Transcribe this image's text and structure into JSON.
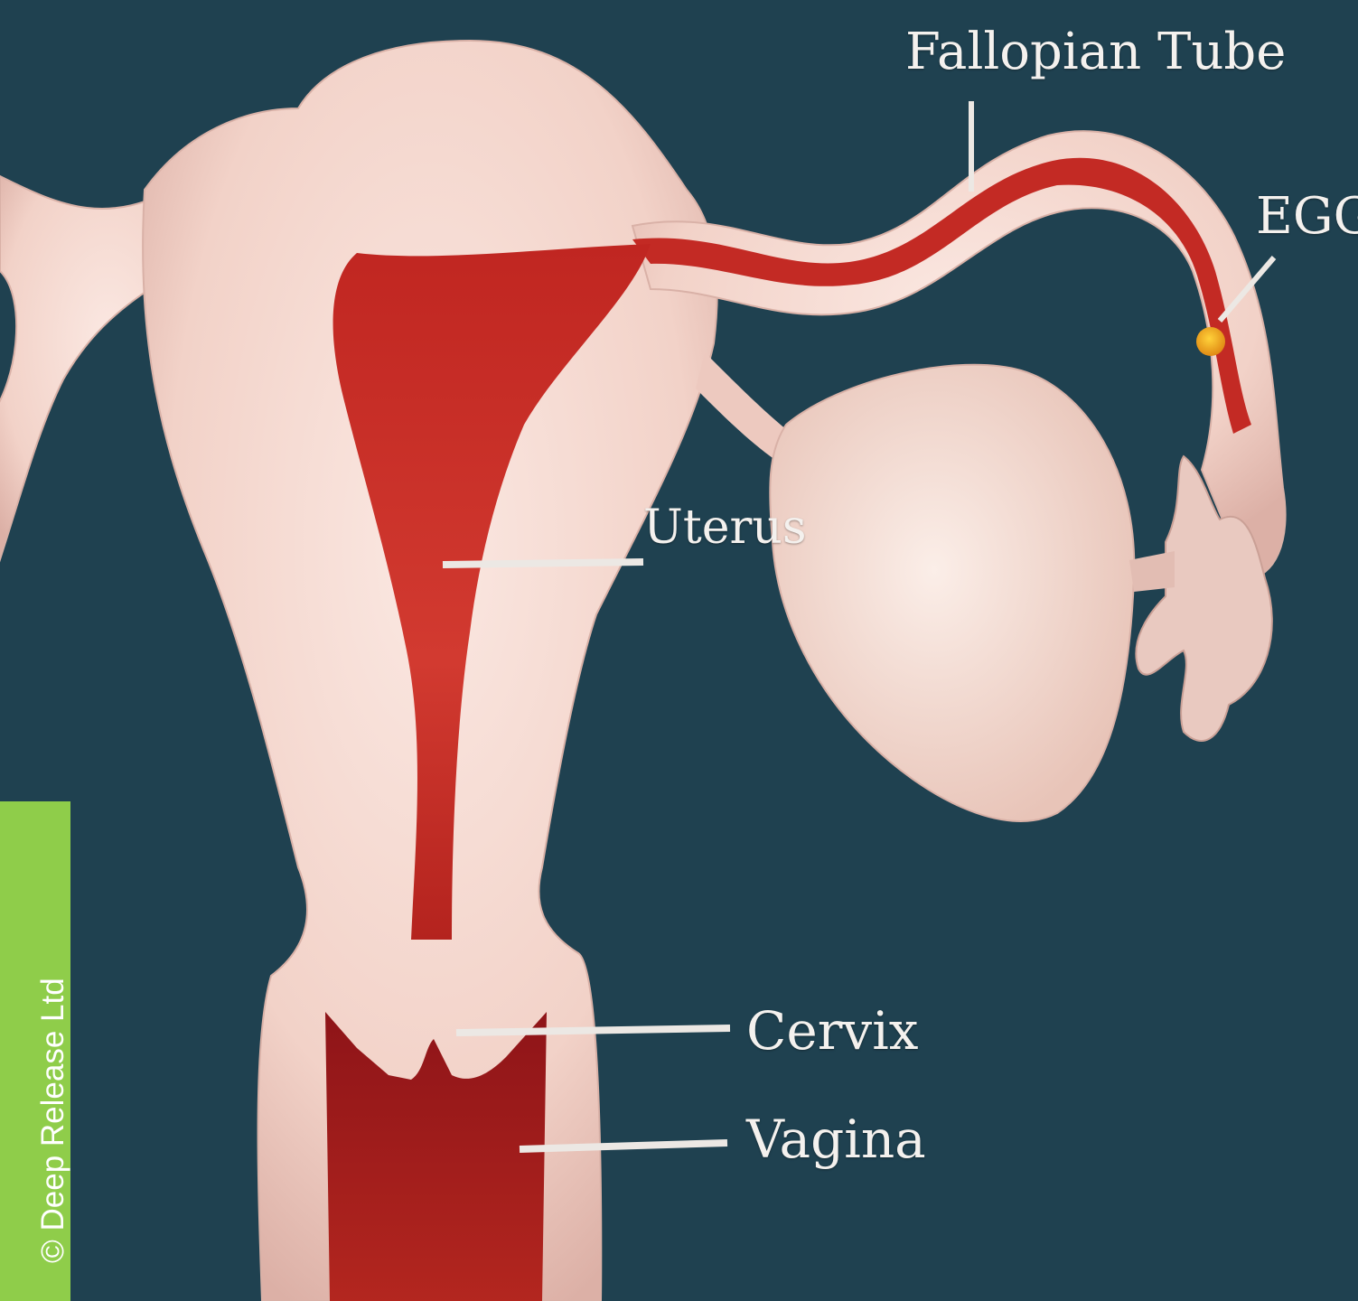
{
  "diagram": {
    "labels": {
      "fallopian_tube": "Fallopian Tube",
      "egg": "EGG",
      "uterus": "Uterus",
      "cervix": "Cervix",
      "vagina": "Vagina"
    },
    "watermark": "© Deep Release Ltd",
    "colors": {
      "background": "#1f4150",
      "tissue": "#f3d7cf",
      "cavity": "#c9302a",
      "egg": "#f0a020",
      "watermark_bg": "#8fcd4a"
    }
  }
}
